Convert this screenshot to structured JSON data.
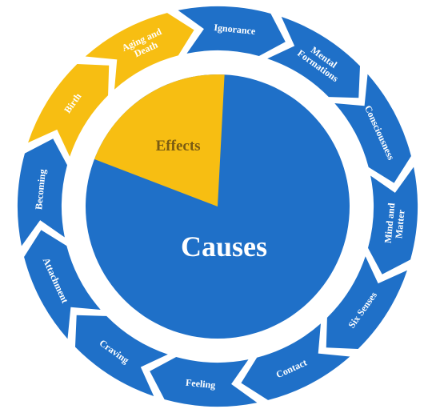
{
  "diagram": {
    "center": {
      "causes_label": "Causes",
      "effects_label": "Effects",
      "effects_share": 0.2
    },
    "colors": {
      "causes": "#1F70C8",
      "effects": "#F7BE12",
      "effects_text": "#7A5B12",
      "label_text": "#FFFFFF"
    },
    "segments": [
      {
        "lines": [
          "Ignorance"
        ],
        "group": "causes"
      },
      {
        "lines": [
          "Mental",
          "Formations"
        ],
        "group": "causes"
      },
      {
        "lines": [
          "Consciousness"
        ],
        "group": "causes"
      },
      {
        "lines": [
          "Mind and",
          "Matter"
        ],
        "group": "causes"
      },
      {
        "lines": [
          "Six Senses"
        ],
        "group": "causes"
      },
      {
        "lines": [
          "Contact"
        ],
        "group": "causes"
      },
      {
        "lines": [
          "Feeling"
        ],
        "group": "causes"
      },
      {
        "lines": [
          "Craving"
        ],
        "group": "causes"
      },
      {
        "lines": [
          "Attachment"
        ],
        "group": "causes"
      },
      {
        "lines": [
          "Becoming"
        ],
        "group": "causes"
      },
      {
        "lines": [
          "Birth"
        ],
        "group": "effects"
      },
      {
        "lines": [
          "Aging and",
          "Death"
        ],
        "group": "effects"
      }
    ]
  }
}
